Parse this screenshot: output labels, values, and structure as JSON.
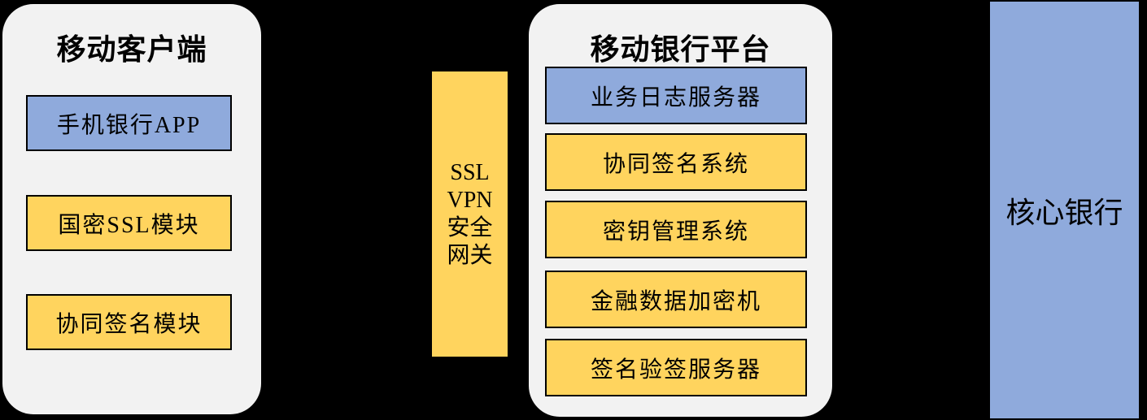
{
  "colors": {
    "bg": "#000000",
    "panel": "#F2F2F2",
    "blue": "#8FAADC",
    "yellow": "#FFD45E",
    "border": "#000000"
  },
  "left_panel": {
    "title": "移动客户端",
    "boxes": [
      {
        "label": "手机银行APP",
        "color": "blue"
      },
      {
        "label": "国密SSL模块",
        "color": "yellow"
      },
      {
        "label": "协同签名模块",
        "color": "yellow"
      }
    ]
  },
  "gateway": {
    "lines": [
      "SSL",
      "VPN",
      "安全",
      "网关"
    ]
  },
  "right_panel": {
    "title": "移动银行平台",
    "boxes": [
      {
        "label": "业务日志服务器",
        "color": "blue"
      },
      {
        "label": "协同签名系统",
        "color": "yellow"
      },
      {
        "label": "密钥管理系统",
        "color": "yellow"
      },
      {
        "label": "金融数据加密机",
        "color": "yellow"
      },
      {
        "label": "签名验签服务器",
        "color": "yellow"
      }
    ]
  },
  "core_panel": {
    "label": "核心银行"
  }
}
